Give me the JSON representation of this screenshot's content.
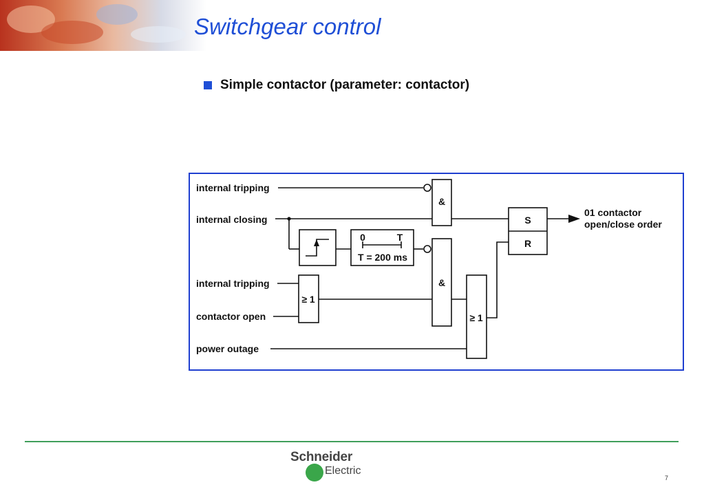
{
  "slide": {
    "title": "Switchgear control",
    "bullet": "Simple contactor (parameter: contactor)",
    "page_number": "7"
  },
  "diagram": {
    "inputs": {
      "internal_tripping_1": "internal tripping",
      "internal_closing": "internal closing",
      "internal_tripping_2": "internal tripping",
      "contactor_open": "contactor open",
      "power_outage": "power outage"
    },
    "gates": {
      "and_top": "&",
      "and_bottom": "&",
      "or_left": "≥ 1",
      "or_right": "≥ 1"
    },
    "timer": {
      "label_start": "0",
      "label_end": "T",
      "setting": "T = 200 ms"
    },
    "flipflop": {
      "set": "S",
      "reset": "R"
    },
    "output": {
      "line1": "01 contactor",
      "line2": "open/close order"
    }
  },
  "footer": {
    "logo_word1": "Schneider",
    "logo_word2": "Electric"
  },
  "colors": {
    "title_blue": "#1f4fd6",
    "frame_blue": "#1f3fd0",
    "footer_green": "#3f9e5a",
    "logo_green": "#3aa64a"
  }
}
